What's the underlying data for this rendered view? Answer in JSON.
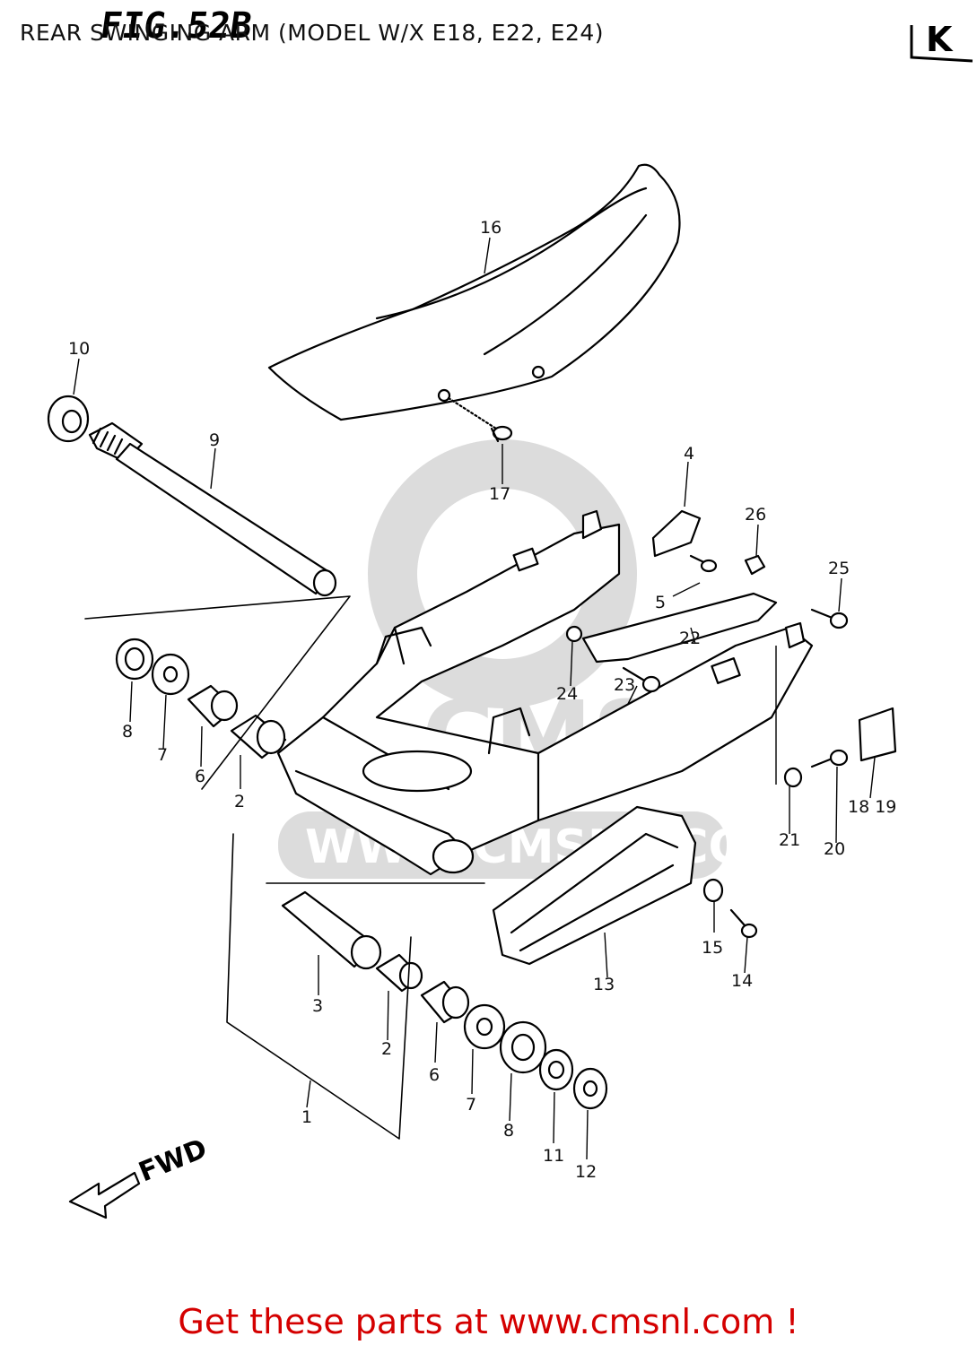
{
  "header": {
    "title": "REAR SWINGING ARM (MODEL W/X E18, E22, E24)",
    "figure_label": "FIG.52B",
    "section_badge": "K"
  },
  "watermark": {
    "logo_text": "CMS",
    "url_text": "WWW.CMSNL.COM"
  },
  "callouts": {
    "c1": "1",
    "c2a": "2",
    "c2b": "2",
    "c3": "3",
    "c4": "4",
    "c5": "5",
    "c6a": "6",
    "c6b": "6",
    "c7a": "7",
    "c7b": "7",
    "c8a": "8",
    "c8b": "8",
    "c9": "9",
    "c10": "10",
    "c11": "11",
    "c12": "12",
    "c13": "13",
    "c14": "14",
    "c15": "15",
    "c16": "16",
    "c17": "17",
    "c18_19": "18 19",
    "c20": "20",
    "c21": "21",
    "c22": "22",
    "c23": "23",
    "c24": "24",
    "c25": "25",
    "c26": "26"
  },
  "direction": {
    "label": "FWD"
  },
  "footer": {
    "text": "Get these parts at www.cmsnl.com !"
  },
  "colors": {
    "footer": "#d40000",
    "line": "#000000",
    "watermark": "#dcdcdc"
  }
}
